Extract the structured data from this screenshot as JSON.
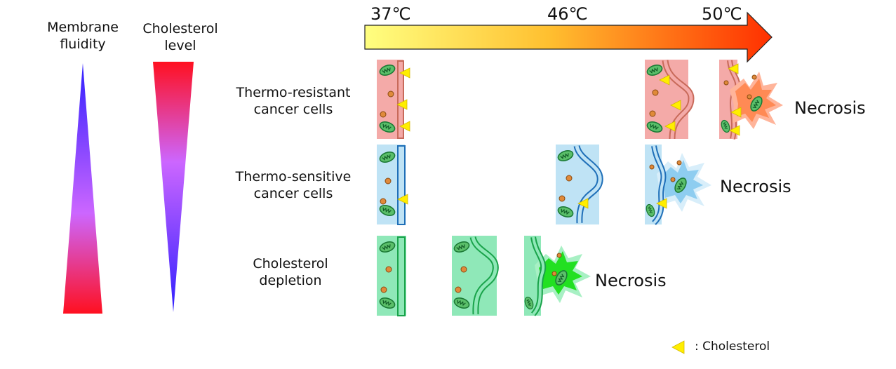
{
  "left_scales": {
    "fluidity_label": [
      "Membrane",
      "fluidity"
    ],
    "cholesterol_label": [
      "Cholesterol",
      "level"
    ]
  },
  "temperatures": [
    "37℃",
    "46℃",
    "50℃"
  ],
  "rows": [
    {
      "label": [
        "Thermo-resistant",
        "cancer cells"
      ],
      "outcome": "Necrosis"
    },
    {
      "label": [
        "Thermo-sensitive",
        "cancer cells"
      ],
      "outcome": "Necrosis"
    },
    {
      "label": [
        "Cholesterol",
        "depletion"
      ],
      "outcome": "Necrosis"
    }
  ],
  "legend": {
    "text": ": Cholesterol"
  },
  "colors": {
    "resistant_fill": "#f4aaa8",
    "resistant_stroke": "#c86a5a",
    "sensitive_fill": "#bfe3f5",
    "sensitive_stroke": "#1f6fb8",
    "depletion_fill": "#8fe8b8",
    "depletion_stroke": "#19a34a",
    "cholesterol": "#ffee00",
    "organelle": "#e08a3a"
  }
}
